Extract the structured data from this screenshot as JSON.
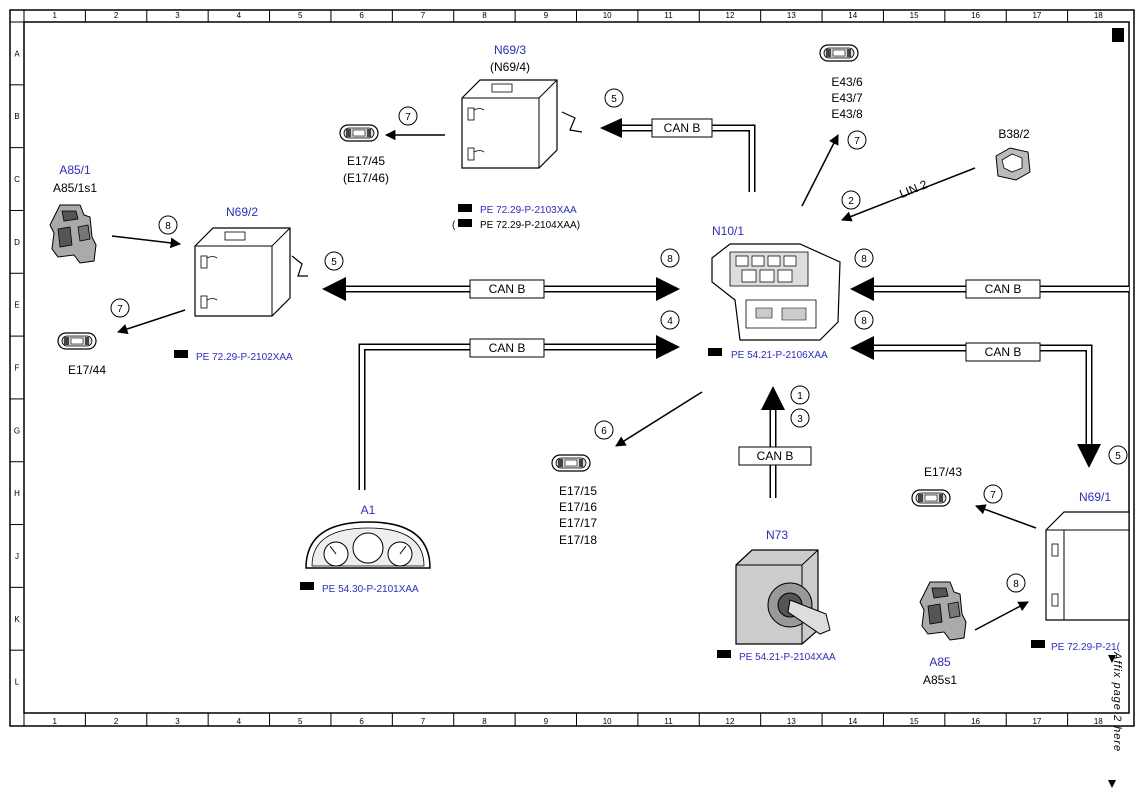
{
  "grid": {
    "columns": [
      "1",
      "2",
      "3",
      "4",
      "5",
      "6",
      "7",
      "8",
      "9",
      "10",
      "11",
      "12",
      "13",
      "14",
      "15",
      "16",
      "17",
      "18"
    ],
    "rows": [
      "A",
      "B",
      "C",
      "D",
      "E",
      "F",
      "G",
      "H",
      "J",
      "K",
      "L"
    ]
  },
  "components": {
    "N69_3": {
      "name": "N69/3",
      "alt": "(N69/4)",
      "ref1": "PE 72.29-P-2103XAA",
      "ref2": "PE 72.29-P-2104XAA)",
      "ref2_prefix": "("
    },
    "N69_2": {
      "name": "N69/2",
      "ref": "PE 72.29-P-2102XAA"
    },
    "N10_1": {
      "name": "N10/1",
      "ref": "PE 54.21-P-2106XAA"
    },
    "N69_1": {
      "name": "N69/1",
      "ref": "PE 72.29-P-21("
    },
    "A1": {
      "name": "A1",
      "ref": "PE 54.30-P-2101XAA"
    },
    "N73": {
      "name": "N73",
      "ref": "PE 54.21-P-2104XAA"
    },
    "A85_1": {
      "name": "A85/1",
      "sub": "A85/1s1"
    },
    "A85": {
      "name": "A85",
      "sub": "A85s1"
    },
    "B38_2": {
      "name": "B38/2"
    },
    "E43": {
      "lines": [
        "E43/6",
        "E43/7",
        "E43/8"
      ]
    },
    "E17_45": {
      "lines": [
        "E17/45",
        "(E17/46)"
      ]
    },
    "E17_44": {
      "lines": [
        "E17/44"
      ]
    },
    "E17_15": {
      "lines": [
        "E17/15",
        "E17/16",
        "E17/17",
        "E17/18"
      ]
    },
    "E17_43": {
      "lines": [
        "E17/43"
      ]
    }
  },
  "bus": {
    "can_b": "CAN B",
    "lin_2": "LIN 2"
  },
  "circles": {
    "c_n693_e17": "7",
    "c_n693_can": "5",
    "c_e43": "7",
    "c_lin": "2",
    "c_a851": "8",
    "c_n692_can": "5",
    "c_n692_e17": "7",
    "c_n101_left_top": "8",
    "c_n101_left_bot": "4",
    "c_n101_right_top": "8",
    "c_n101_right_bot": "8",
    "c_e1715": "6",
    "c_n73_1": "1",
    "c_n73_3": "3",
    "c_n691_can": "5",
    "c_e1743": "7",
    "c_a85": "8"
  },
  "footer": {
    "affix": "Affix page 2 here"
  },
  "colors": {
    "component_label": "#2a2ae0",
    "line": "#000000"
  }
}
